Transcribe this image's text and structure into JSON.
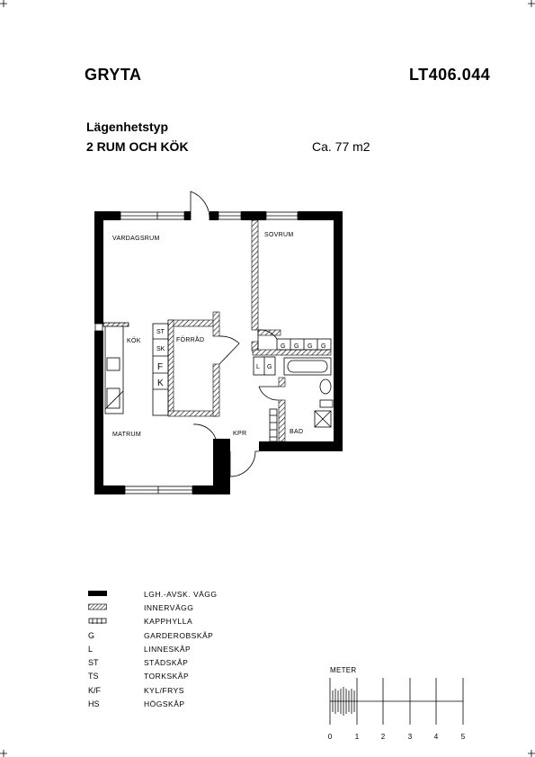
{
  "header": {
    "project_name": "GRYTA",
    "drawing_number": "LT406.044"
  },
  "apartment": {
    "type_heading": "Lägenhetstyp",
    "type_value": "2 RUM OCH KÖK",
    "area": "Ca. 77 m2"
  },
  "rooms": {
    "vardagsrum": "VARDAGSRUM",
    "sovrum": "SOVRUM",
    "kok": "KÖK",
    "forrad": "FÖRRÅD",
    "matrum": "MATRUM",
    "kapprum": "KPR",
    "bad": "BAD"
  },
  "fixtures": {
    "st": "ST",
    "sk": "SK",
    "f": "F",
    "k": "K",
    "g": "G",
    "l": "L"
  },
  "legend": [
    {
      "symbol": "",
      "symbol_type": "thick-wall",
      "label": "LGH.-AVSK. VÄGG"
    },
    {
      "symbol": "",
      "symbol_type": "inner-wall",
      "label": "INNERVÄGG"
    },
    {
      "symbol": "",
      "symbol_type": "coat-rack",
      "label": "KAPPHYLLA"
    },
    {
      "symbol": "G",
      "symbol_type": "text",
      "label": "GARDEROBSKÅP"
    },
    {
      "symbol": "L",
      "symbol_type": "text",
      "label": "LINNESKÅP"
    },
    {
      "symbol": "ST",
      "symbol_type": "text",
      "label": "STÄDSKÅP"
    },
    {
      "symbol": "TS",
      "symbol_type": "text",
      "label": "TORKSKÅP"
    },
    {
      "symbol": "K/F",
      "symbol_type": "text",
      "label": "KYL/FRYS"
    },
    {
      "symbol": "HS",
      "symbol_type": "text",
      "label": "HÖGSKÅP"
    }
  ],
  "scale": {
    "title": "METER",
    "ticks": [
      "0",
      "1",
      "2",
      "3",
      "4",
      "5"
    ]
  }
}
